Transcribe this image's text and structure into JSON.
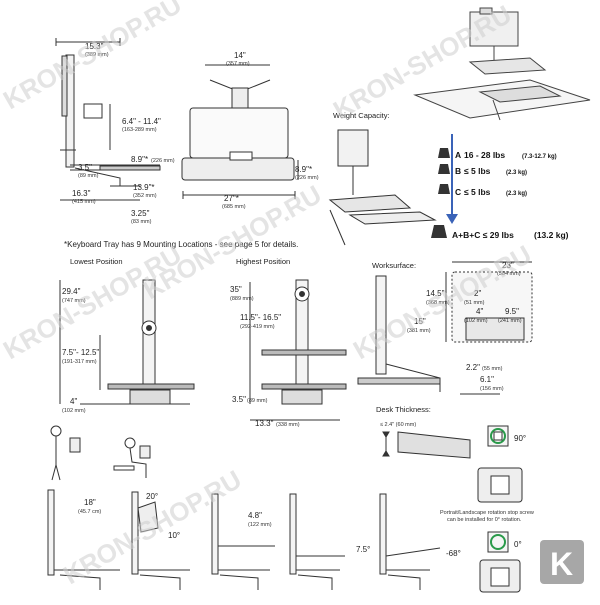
{
  "watermarks": [
    "KRON-SHOP.RU",
    "KRON-SHOP.RU",
    "KRON-SHOP.RU",
    "KRON-SHOP.RU",
    "KRON-SHOP.RU",
    "KRON-SHOP.RU"
  ],
  "top": {
    "d1": {
      "v": "15.3\"",
      "s": "(389 mm)"
    },
    "d2": {
      "v": "14\"",
      "s": "(357 mm)"
    },
    "d3": {
      "v": "6.4\" - 11.4\"",
      "s": "(163-289 mm)"
    },
    "d4": {
      "v": "8.9\"*",
      "s": "(226 mm)"
    },
    "d5": {
      "v": "3.5\"",
      "s": "(89 mm)"
    },
    "d6": {
      "v": "13.9\"*",
      "s": "(352 mm)"
    },
    "d7": {
      "v": "16.3\"",
      "s": "(415 mm)"
    },
    "d8": {
      "v": "3.25\"",
      "s": "(83 mm)"
    },
    "d9": {
      "v": "8.9\"*",
      "s": "(226 mm)"
    },
    "d10": {
      "v": "27\"*",
      "s": "(685 mm)"
    },
    "keyboard_note": "*Keyboard Tray has 9 Mounting Locations - see page 5 for details."
  },
  "weight": {
    "title": "Weight Capacity:",
    "rows": [
      {
        "letter": "A",
        "main": "16 - 28 lbs",
        "sub": "(7.3-12.7 kg)"
      },
      {
        "letter": "B",
        "main": "≤ 5 lbs",
        "sub": "(2.3 kg)"
      },
      {
        "letter": "C",
        "main": "≤ 5 lbs",
        "sub": "(2.3 kg)"
      }
    ],
    "total": {
      "main": "A+B+C ≤ 29 lbs",
      "sub": "(13.2 kg)"
    }
  },
  "positions": {
    "lowest": {
      "title": "Lowest Position",
      "d1": {
        "v": "29.4\"",
        "s": "(747 mm)"
      },
      "d2": {
        "v": "7.5\"- 12.5\"",
        "s": "(191-317 mm)"
      },
      "d3": {
        "v": "4\"",
        "s": "(102 mm)"
      }
    },
    "highest": {
      "title": "Highest Position",
      "d1": {
        "v": "35\"",
        "s": "(889 mm)"
      },
      "d2": {
        "v": "11.5\"- 16.5\"",
        "s": "(292-419 mm)"
      },
      "d3": {
        "v": "3.5\"",
        "s": "(89 mm)"
      },
      "d4": {
        "v": "13.3\"",
        "s": "(338 mm)"
      }
    }
  },
  "worksurface": {
    "title": "Worksurface:",
    "d1": {
      "v": "23\"",
      "s": "(584 mm)"
    },
    "d2": {
      "v": "14.5\"",
      "s": "(368 mm)"
    },
    "d3": {
      "v": "2\"",
      "s": "(51 mm)"
    },
    "d4": {
      "v": "4\"",
      "s": "(102 mm)"
    },
    "d5": {
      "v": "9.5\"",
      "s": "(241 mm)"
    },
    "d6": {
      "v": "15\"",
      "s": "(381 mm)"
    },
    "d7": {
      "v": "2.2\"",
      "s": "(55 mm)"
    },
    "d8": {
      "v": "6.1\"",
      "s": "(156 mm)"
    }
  },
  "desk": {
    "title": "Desk Thickness:",
    "value": "≤ 2.4\" (60 mm)"
  },
  "rotation": {
    "r1": "90°",
    "note_lines": [
      "Portrait/Landscape rotation stop screw",
      "can be installed for 0° rotation."
    ],
    "r2": "0°"
  },
  "bottom": {
    "a1": {
      "v": "18\"",
      "s": "(45.7 cm)"
    },
    "a2": "20°",
    "a3": "10°",
    "a4": {
      "v": "4.8\"",
      "s": "(122 mm)"
    },
    "a5": "7.5°",
    "a6": "-68°"
  },
  "logo_letter": "K",
  "colors": {
    "line": "#333333",
    "dark": "#555555",
    "light": "#e6e6e6",
    "accent": "#3a63b8",
    "logo_bg": "#a7a7a7"
  }
}
